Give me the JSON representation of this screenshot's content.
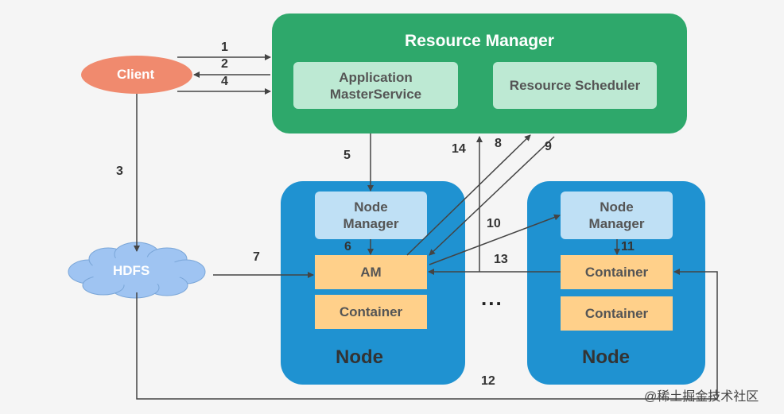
{
  "resource_manager": {
    "title": "Resource Manager",
    "app_master_service": "Application\nMasterService",
    "resource_scheduler": "Resource Scheduler"
  },
  "client": {
    "label": "Client"
  },
  "hdfs": {
    "label": "HDFS"
  },
  "node_left": {
    "node_manager": "Node\nManager",
    "am": "AM",
    "container": "Container",
    "label": "Node"
  },
  "node_right": {
    "node_manager": "Node\nManager",
    "container1": "Container",
    "container2": "Container",
    "label": "Node"
  },
  "ellipsis": "...",
  "steps": {
    "s1": "1",
    "s2": "2",
    "s3": "3",
    "s4": "4",
    "s5": "5",
    "s6": "6",
    "s7": "7",
    "s8": "8",
    "s9": "9",
    "s10": "10",
    "s11": "11",
    "s12": "12",
    "s13": "13",
    "s14": "14"
  },
  "watermark": "@稀土掘金技术社区",
  "colors": {
    "resource_manager": "#2ea86b",
    "rm_inner": "#bde9d3",
    "node": "#1f92d1",
    "node_manager": "#bfe0f5",
    "container": "#ffd08a",
    "client": "#f08a6e",
    "hdfs": "#9fc4f2"
  }
}
